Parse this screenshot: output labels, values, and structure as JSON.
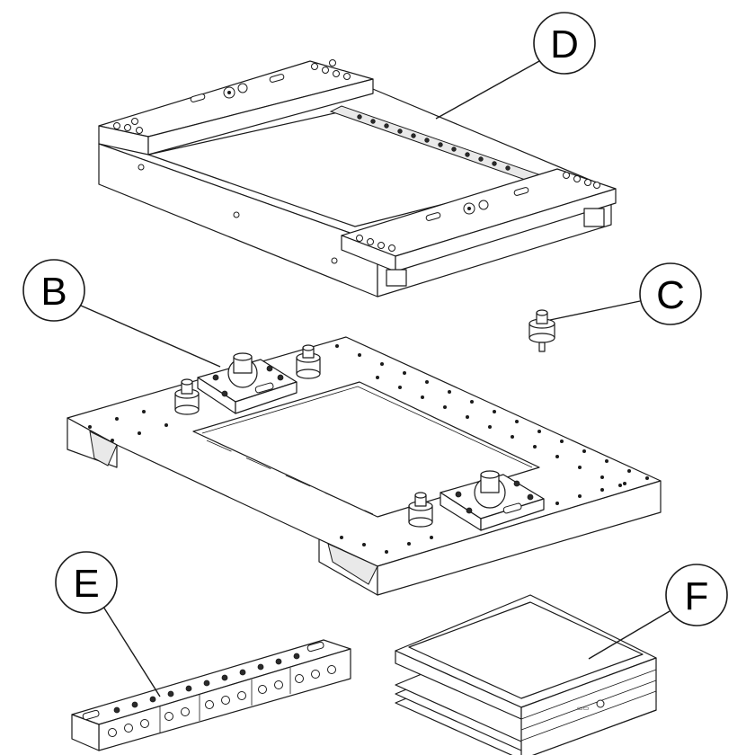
{
  "callouts": {
    "d": "D",
    "b": "B",
    "c": "C",
    "e": "E",
    "f": "F"
  },
  "colors": {
    "line": "#1a1a1a",
    "background": "#ffffff",
    "light_fill": "#e9e9e9"
  }
}
